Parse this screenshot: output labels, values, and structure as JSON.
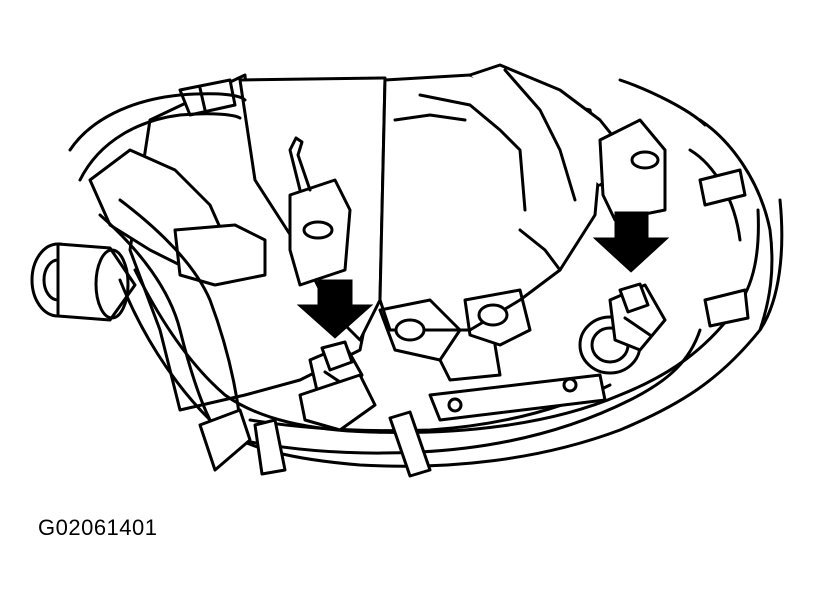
{
  "figure": {
    "id_label": "G02061401"
  },
  "colors": {
    "line": "#000000",
    "background": "#ffffff"
  },
  "markers": [
    {
      "name": "left-sensor-arrow",
      "icon": "down-arrow-icon"
    },
    {
      "name": "right-sensor-arrow",
      "icon": "down-arrow-icon"
    }
  ]
}
